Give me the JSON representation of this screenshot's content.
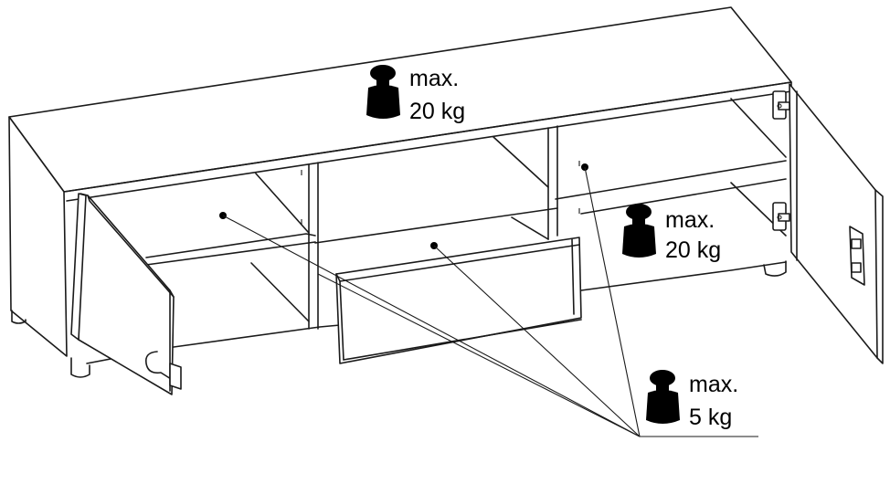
{
  "figure": {
    "description_labels": [
      {
        "id": "top",
        "line1": "max.",
        "line2": "20 kg"
      },
      {
        "id": "shelf",
        "line1": "max.",
        "line2": "20 kg"
      },
      {
        "id": "inside",
        "line1": "max.",
        "line2": "5 kg"
      }
    ],
    "colors": {
      "stroke": "#1a1a1a",
      "weight_icon": "#000000",
      "background": "#ffffff"
    },
    "icons": [
      "weight-icon",
      "weight-icon",
      "weight-icon"
    ]
  }
}
